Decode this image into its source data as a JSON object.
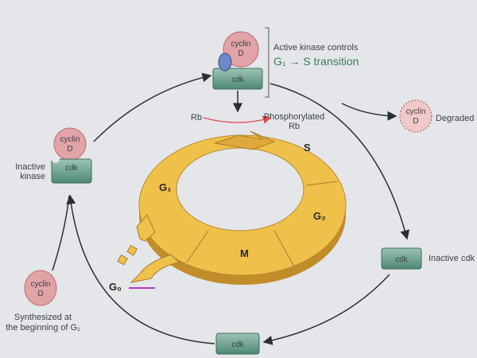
{
  "labels": {
    "cyclin": "cyclin",
    "d": "D",
    "cdk": "cdk",
    "active_line1": "Active kinase controls",
    "active_line2": "G₁ → S transition",
    "rb": "Rb",
    "phosphorylated_line1": "Phosphorylated",
    "phosphorylated_line2": "Rb",
    "degraded": "Degraded",
    "inactive_kinase_line1": "Inactive",
    "inactive_kinase_line2": "kinase",
    "inactive_cdk": "Inactive cdk",
    "synth_line1": "Synthesized at",
    "synth_line2": "the beginning of G₁"
  },
  "phases": {
    "g1": "G₁",
    "s": "S",
    "g2": "G₂",
    "m": "M",
    "g0": "G₀"
  },
  "colors": {
    "cyclin": "#e2a3a6",
    "cdk": "#6fa08e",
    "ring": "#f0c040",
    "rb_arrow": "#e04a4a",
    "title_green": "#3e7a5a"
  }
}
